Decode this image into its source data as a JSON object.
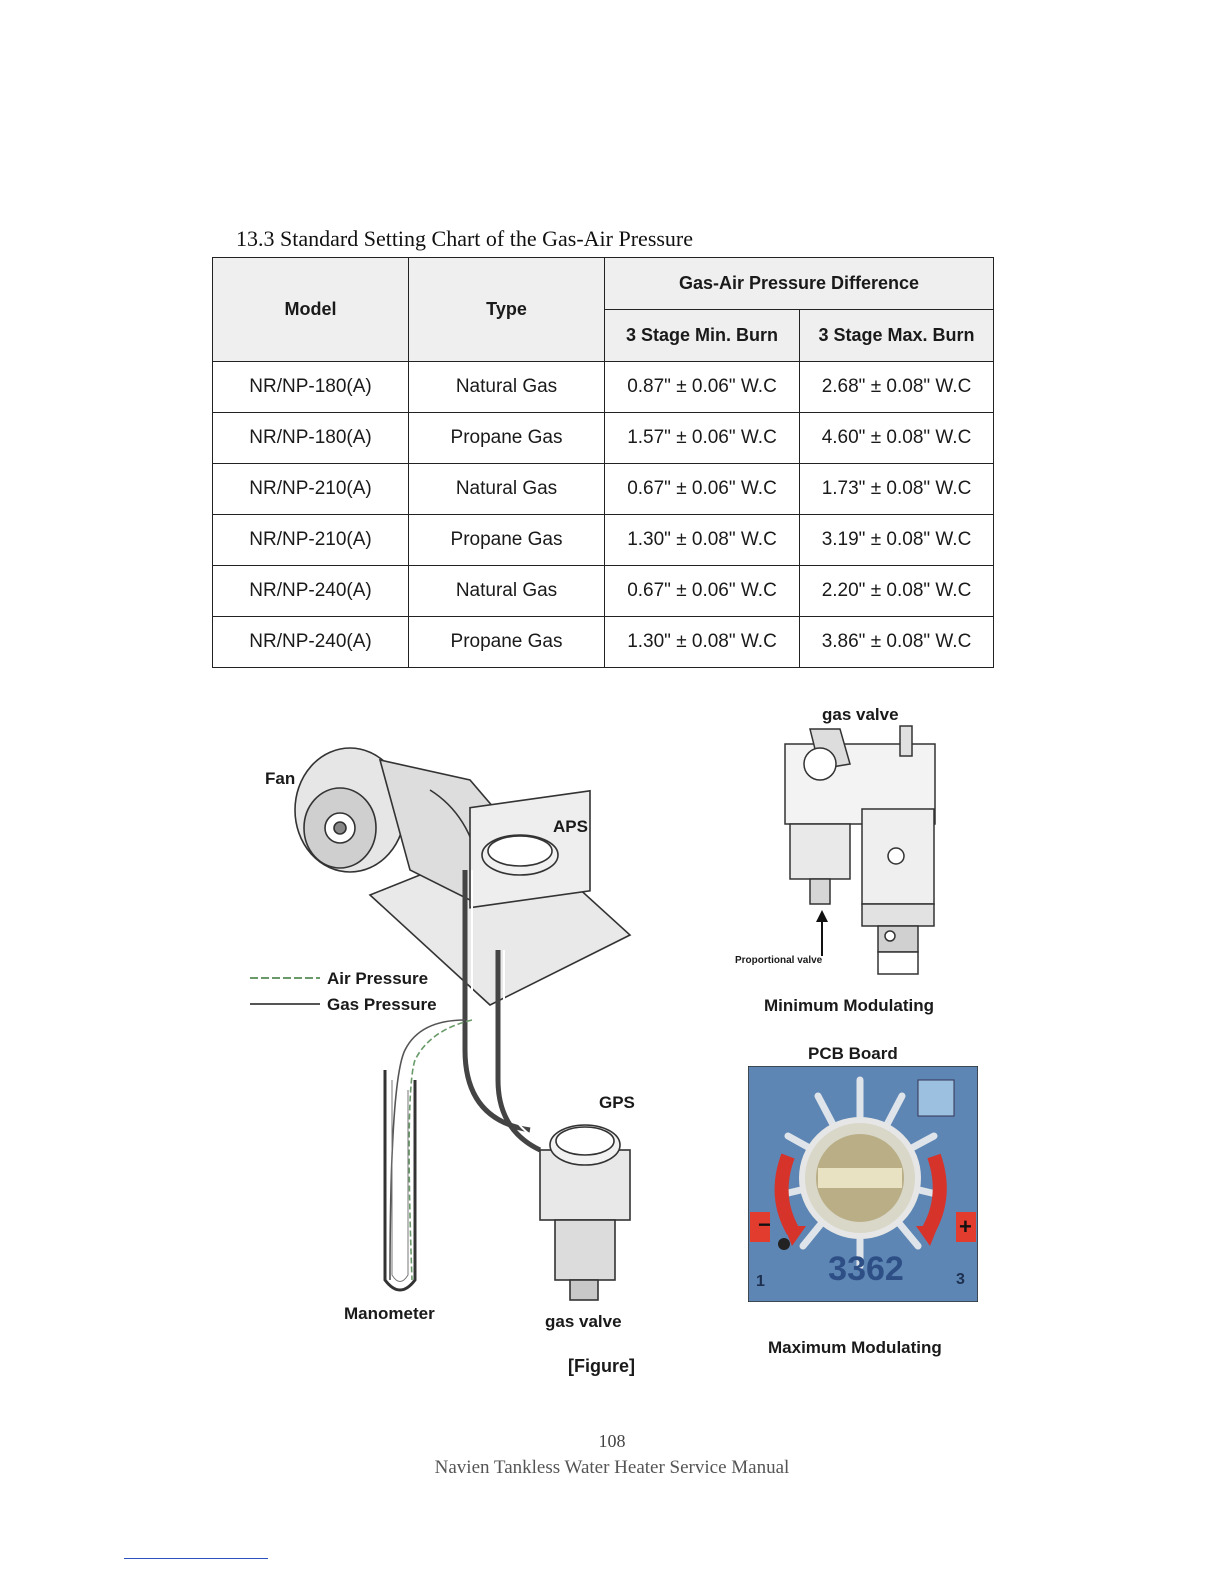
{
  "section": {
    "title": "13.3 Standard Setting Chart of the Gas-Air Pressure"
  },
  "table": {
    "header_model": "Model",
    "header_type": "Type",
    "header_group": "Gas-Air Pressure Difference",
    "header_min": "3 Stage Min. Burn",
    "header_max": "3 Stage Max. Burn",
    "rows": [
      {
        "model": "NR/NP-180(A)",
        "type": "Natural Gas",
        "min": "0.87\" ± 0.06\" W.C",
        "max": "2.68\" ± 0.08\" W.C"
      },
      {
        "model": "NR/NP-180(A)",
        "type": "Propane Gas",
        "min": "1.57\" ± 0.06\" W.C",
        "max": "4.60\" ± 0.08\" W.C"
      },
      {
        "model": "NR/NP-210(A)",
        "type": "Natural Gas",
        "min": "0.67\" ± 0.06\" W.C",
        "max": "1.73\" ± 0.08\" W.C"
      },
      {
        "model": "NR/NP-210(A)",
        "type": "Propane Gas",
        "min": "1.30\" ± 0.08\" W.C",
        "max": "3.19\" ± 0.08\" W.C"
      },
      {
        "model": "NR/NP-240(A)",
        "type": "Natural Gas",
        "min": "0.67\" ± 0.06\" W.C",
        "max": "2.20\" ± 0.08\" W.C"
      },
      {
        "model": "NR/NP-240(A)",
        "type": "Propane Gas",
        "min": "1.30\" ± 0.08\" W.C",
        "max": "3.86\" ± 0.08\" W.C"
      }
    ]
  },
  "figure": {
    "fan": "Fan",
    "aps": "APS",
    "air_pressure": "Air Pressure",
    "gas_pressure": "Gas Pressure",
    "gps": "GPS",
    "manometer": "Manometer",
    "gas_valve_bottom": "gas valve",
    "caption": "[Figure]",
    "gas_valve_top": "gas valve",
    "proportional_valve": "Proportional valve",
    "min_modulating": "Minimum Modulating",
    "pcb_board": "PCB Board",
    "pcb_number": "3362",
    "pcb_left_digit": "1",
    "pcb_right_digit": "3",
    "minus": "−",
    "plus": "+",
    "max_modulating": "Maximum Modulating"
  },
  "footer": {
    "page_number": "108",
    "manual_title": "Navien Tankless Water Heater Service Manual"
  }
}
